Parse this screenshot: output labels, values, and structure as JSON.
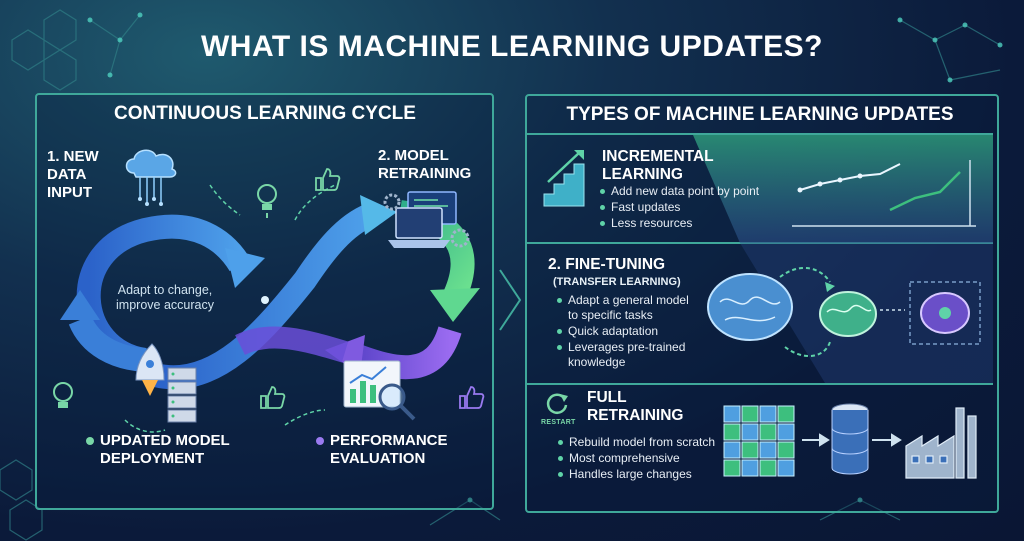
{
  "title": "WHAT IS MACHINE LEARNING UPDATES?",
  "cycle": {
    "title": "CONTINUOUS LEARNING CYCLE",
    "center_note": "Adapt to change,\nimprove accuracy",
    "steps": {
      "data_input": "1. NEW\nDATA\nINPUT",
      "retraining": "2. MODEL\nRETRAINING",
      "evaluation": "PERFORMANCE\nEVALUATION",
      "deployment": "UPDATED MODEL\nDEPLOYMENT"
    }
  },
  "types": {
    "title": "TYPES OF MACHINE LEARNING UPDATES",
    "incremental": {
      "title": "INCREMENTAL\nLEARNING",
      "bullets": [
        "Add new data point by point",
        "Fast updates",
        "Less resources"
      ]
    },
    "finetuning": {
      "title": "2. FINE-TUNING",
      "subtitle": "(TRANSFER LEARNING)",
      "bullets": [
        "Adapt a general model\nto specific tasks",
        "Quick adaptation",
        "Leverages pre-trained\nknowledge"
      ]
    },
    "full": {
      "title": "FULL\nRETRAINING",
      "icon_label": "RESTART",
      "bullets": [
        "Rebuild model from scratch",
        "Most comprehensive",
        "Handles large changes"
      ]
    }
  },
  "colors": {
    "accent": "#3fa89a",
    "blue_arrow": "#3a7fd8",
    "green_arrow": "#3dbf7e",
    "purple_arrow": "#7f5ae0",
    "bullet": "#5fd3a8"
  },
  "icons": [
    "cloud-data-icon",
    "laptop-gear-icon",
    "chart-magnifier-icon",
    "rocket-server-icon",
    "lightbulb-icon",
    "thumbs-up-icon",
    "brain-icon",
    "stairs-icon",
    "database-icon",
    "factory-icon",
    "cubes-icon",
    "restart-icon"
  ]
}
